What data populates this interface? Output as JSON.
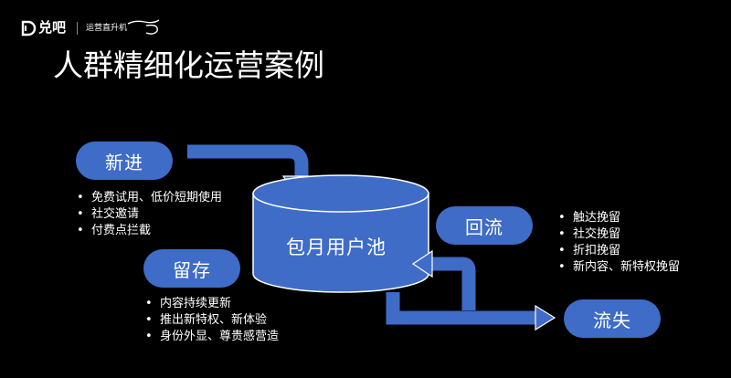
{
  "brand": {
    "name": "兑吧",
    "tagline": "运营直升机",
    "accent_color": "#3f6cc7"
  },
  "title": "人群精细化运营案例",
  "nodes": {
    "new_in": {
      "label": "新进",
      "items": [
        "免费试用、低价短期使用",
        "社交邀请",
        "付费点拦截"
      ]
    },
    "retain": {
      "label": "留存",
      "items": [
        "内容持续更新",
        "推出新特权、新体验",
        "身份外显、尊贵感营造"
      ]
    },
    "return": {
      "label": "回流",
      "items": [
        "触达挽留",
        "社交挽留",
        "折扣挽留",
        "新内容、新特权挽留"
      ]
    },
    "churn": {
      "label": "流失"
    }
  },
  "pool": {
    "label": "包月用户池"
  }
}
